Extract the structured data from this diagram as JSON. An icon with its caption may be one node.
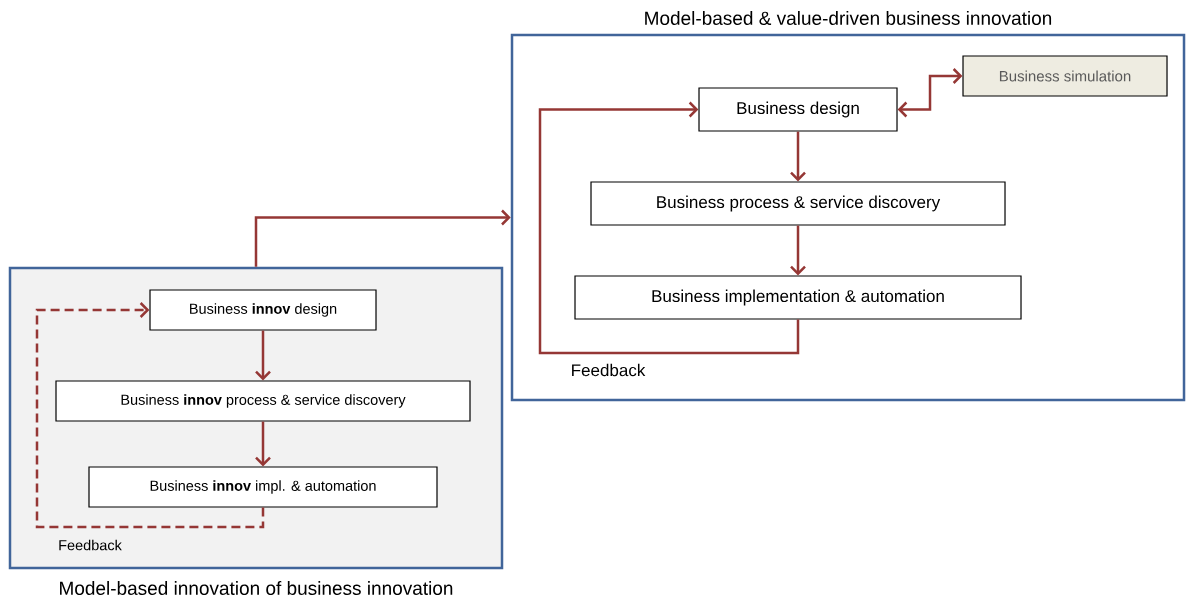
{
  "diagram": {
    "nodes": [
      {
        "text": [
          "Model-based innovation of business innovation"
        ]
      },
      {
        "text": [
          "Business **innov** design"
        ],
        "in": 0
      },
      {
        "text": [
          "Business **innov** process & service discovery"
        ],
        "in": 0
      },
      {
        "text": [
          "Business **innov** impl. & automation"
        ],
        "in": 0
      },
      {
        "text": [
          "Model-based & value-driven business innovation"
        ]
      },
      {
        "text": [
          "Business design"
        ],
        "in": 4
      },
      {
        "text": [
          "Business process & service discovery"
        ],
        "in": 4
      },
      {
        "text": [
          "Business implementation & automation"
        ],
        "in": 4
      },
      {
        "text": [
          "Business simulation"
        ],
        "in": 4
      }
    ],
    "edges": [
      {
        "from": 1,
        "to": 2,
        "arrow": "to"
      },
      {
        "from": 2,
        "to": 3,
        "arrow": "to"
      },
      {
        "from": 3,
        "to": 1,
        "arrow": "to",
        "label": "Feedback",
        "style": "dashed"
      },
      {
        "from": 0,
        "to": 4,
        "arrow": "to"
      },
      {
        "from": 5,
        "to": 6,
        "arrow": "to"
      },
      {
        "from": 6,
        "to": 7,
        "arrow": "to"
      },
      {
        "from": 7,
        "to": 5,
        "arrow": "to",
        "label": "Feedback"
      },
      {
        "from": 5,
        "to": 8,
        "arrow": "both"
      }
    ]
  }
}
